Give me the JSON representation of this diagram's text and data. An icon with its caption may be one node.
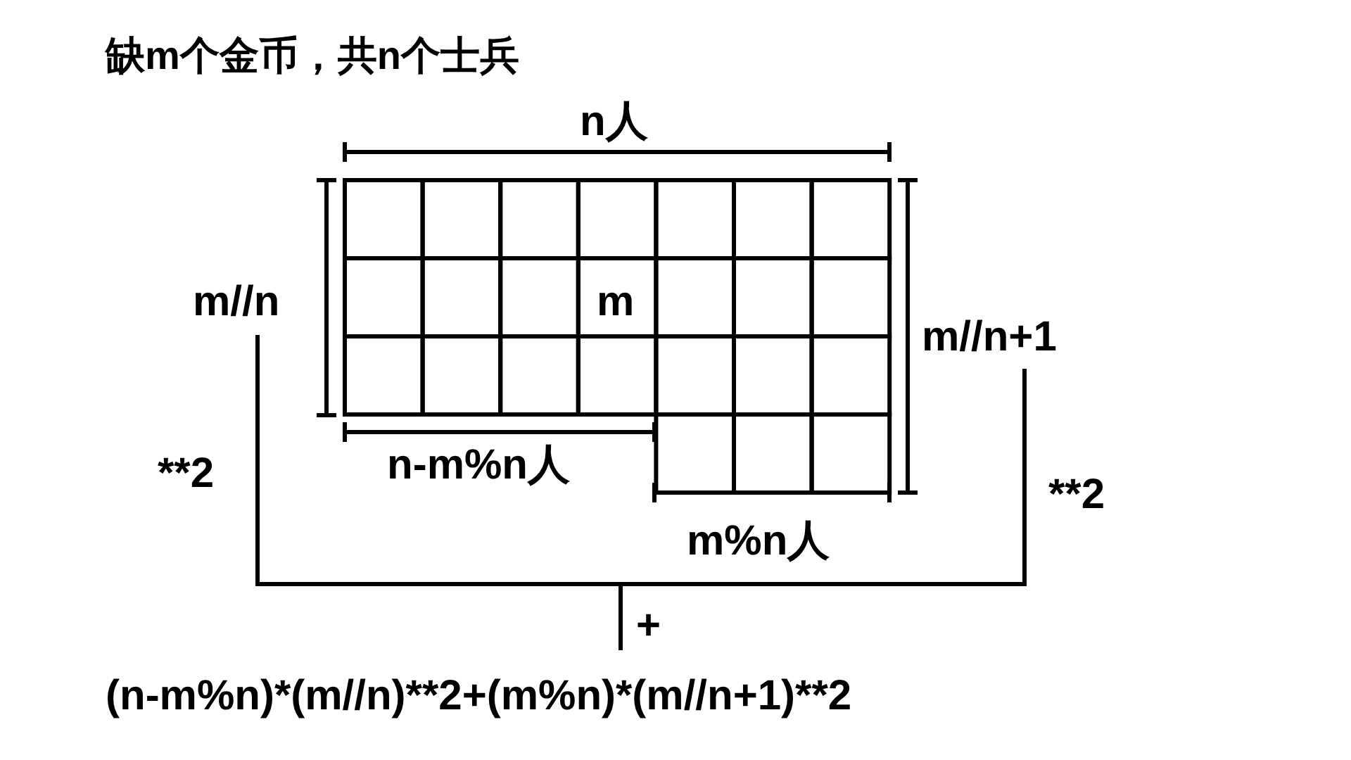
{
  "diagram": {
    "title": "缺m个金币，共n个士兵",
    "labels": [
      "n人",
      "m//n",
      "m",
      "m//n+1",
      "n-m%n人",
      "**2",
      "**2",
      "m%n人",
      "+",
      "(n-m%n)*(m//n)**2+(m%n)*(m//n+1)**2"
    ]
  }
}
